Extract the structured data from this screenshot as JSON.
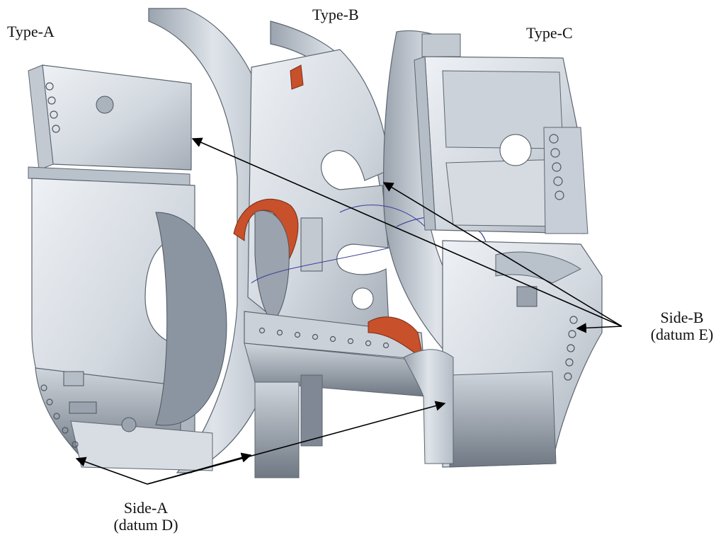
{
  "labels": {
    "type_a": "Type-A",
    "type_b": "Type-B",
    "type_c": "Type-C",
    "side_b": {
      "line1": "Side-B",
      "line2": "(datum E)"
    },
    "side_a": {
      "line1": "Side-A",
      "line2": "(datum D)"
    }
  },
  "colors": {
    "metal_light": "#e3e8ee",
    "metal_mid": "#c7ced7",
    "metal_dark": "#8f98a4",
    "edge": "#5c6570",
    "copper": "#c8502a",
    "wire": "#3a3f9a",
    "arrow": "#000000"
  }
}
